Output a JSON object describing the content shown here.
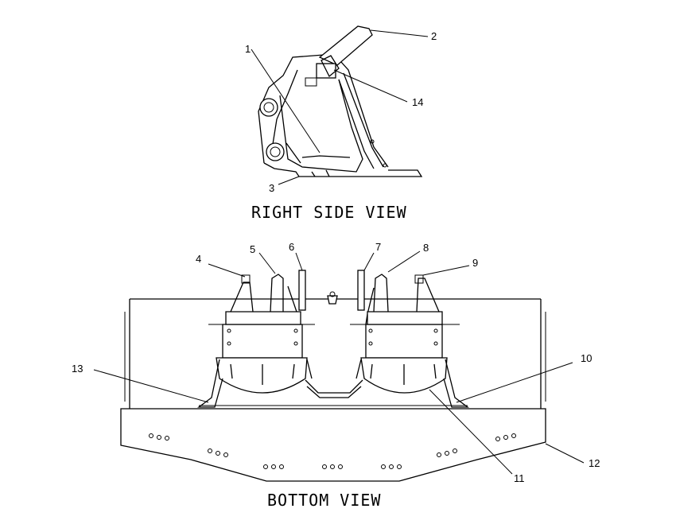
{
  "views": {
    "side": {
      "caption": "RIGHT SIDE VIEW"
    },
    "bottom": {
      "caption": "BOTTOM VIEW"
    }
  },
  "callouts": {
    "c1": "1",
    "c2": "2",
    "c3": "3",
    "c4": "4",
    "c5": "5",
    "c6": "6",
    "c7": "7",
    "c8": "8",
    "c9": "9",
    "c10": "10",
    "c11": "11",
    "c12": "12",
    "c13": "13",
    "c14": "14"
  },
  "colors": {
    "line": "#000000",
    "background": "#ffffff"
  }
}
